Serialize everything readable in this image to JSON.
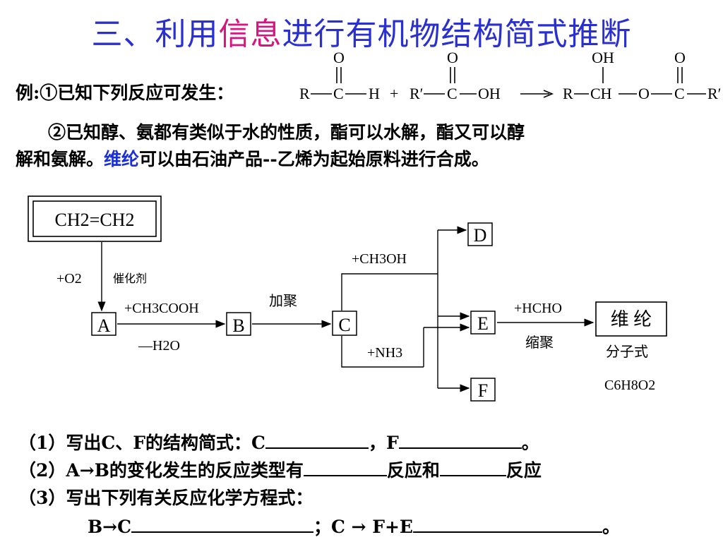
{
  "title": {
    "part1": "三、利用",
    "part2": "信息",
    "part3": "进行有机物结构简式推断"
  },
  "example": {
    "label": "例:①已知下列反应可发生：",
    "reaction": {
      "R": "R",
      "C": "C",
      "H": "H",
      "Rp": "R′",
      "O": "O",
      "OH": "OH",
      "CH": "CH",
      "plus": "+"
    },
    "info2_line1": "②已知醇、氨都有类似于水的性质，酯可以水解，酯又可以醇",
    "info2_line2_a": "解和氨解。",
    "info2_line2_b": "维纶",
    "info2_line2_c": "可以由石油产品--乙烯为起始原料进行合成。"
  },
  "flow": {
    "start": "CH2=CH2",
    "o2": "+O2",
    "catalyst": "催化剂",
    "A": "A",
    "B": "B",
    "C": "C",
    "D": "D",
    "E": "E",
    "F": "F",
    "ch3cooh": "+CH3COOH",
    "minus_h2o": "—H2O",
    "polymerize": "加聚",
    "ch3oh": "+CH3OH",
    "nh3": "+NH3",
    "hcho": "+HCHO",
    "condense": "缩聚",
    "product": "维  纶",
    "formula_label": "分子式",
    "formula": "C6H8O2"
  },
  "questions": {
    "q1_a": "（1）写出C、F的结构简式：C",
    "q1_b": "，F",
    "q1_c": "。",
    "q2_a": "（2）A→B的变化发生的反应类型有",
    "q2_b": "反应和",
    "q2_c": "反应",
    "q3": "（3）写出下列有关反应化学方程式：",
    "q4_a": "B→C",
    "q4_b": "；C → F+E",
    "q4_c": "。"
  }
}
